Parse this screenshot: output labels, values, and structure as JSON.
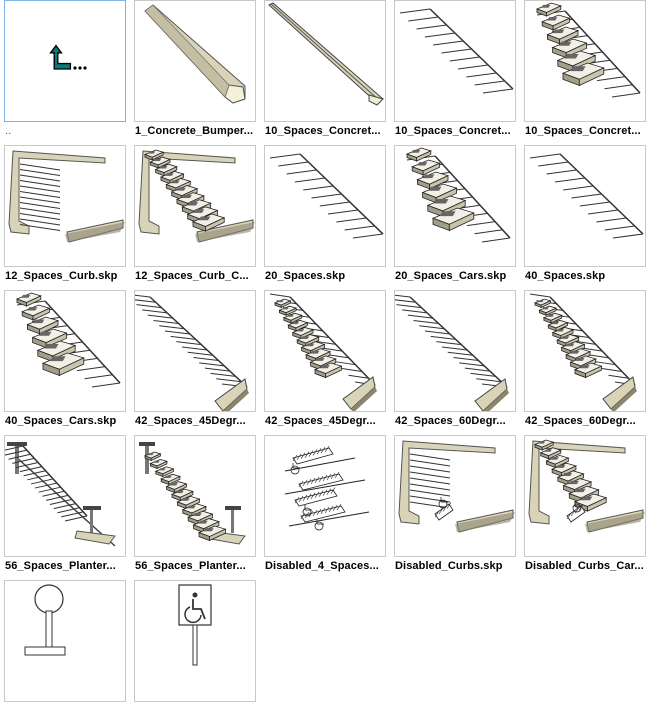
{
  "files": [
    {
      "label": "..",
      "thumb": "up-folder"
    },
    {
      "label": "1_Concrete_Bumper...",
      "thumb": "bumper"
    },
    {
      "label": "10_Spaces_Concret...",
      "thumb": "pole"
    },
    {
      "label": "10_Spaces_Concret...",
      "thumb": "lines"
    },
    {
      "label": "10_Spaces_Concret...",
      "thumb": "lines-cars"
    },
    {
      "label": "12_Spaces_Curb.skp",
      "thumb": "curb"
    },
    {
      "label": "12_Spaces_Curb_C...",
      "thumb": "curb-cars"
    },
    {
      "label": "20_Spaces.skp",
      "thumb": "lines"
    },
    {
      "label": "20_Spaces_Cars.skp",
      "thumb": "lines-cars"
    },
    {
      "label": "40_Spaces.skp",
      "thumb": "lines"
    },
    {
      "label": "40_Spaces_Cars.skp",
      "thumb": "lines-cars"
    },
    {
      "label": "42_Spaces_45Degr...",
      "thumb": "angled"
    },
    {
      "label": "42_Spaces_45Degr...",
      "thumb": "angled-cars"
    },
    {
      "label": "42_Spaces_60Degr...",
      "thumb": "angled"
    },
    {
      "label": "42_Spaces_60Degr...",
      "thumb": "angled-cars"
    },
    {
      "label": "56_Spaces_Planter...",
      "thumb": "planter"
    },
    {
      "label": "56_Spaces_Planter...",
      "thumb": "planter-cars"
    },
    {
      "label": "Disabled_4_Spaces...",
      "thumb": "disabled"
    },
    {
      "label": "Disabled_Curbs.skp",
      "thumb": "disabled-curb"
    },
    {
      "label": "Disabled_Curbs_Car...",
      "thumb": "disabled-curb-cars"
    },
    {
      "label": "",
      "thumb": "lamp"
    },
    {
      "label": "",
      "thumb": "sign"
    }
  ],
  "colors": {
    "concrete": "#d9d3b8",
    "concrete_dark": "#8a856e",
    "line": "#333333",
    "selected": "#1a6fc2"
  }
}
